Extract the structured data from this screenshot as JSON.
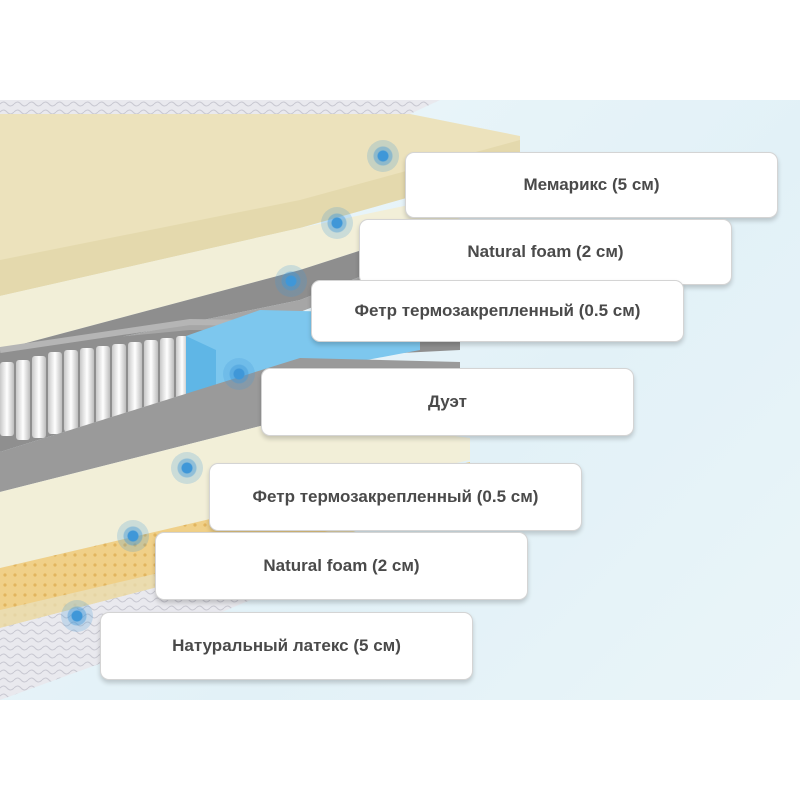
{
  "layers": [
    {
      "label": "Мемарикс (5 см)"
    },
    {
      "label": "Natural foam (2 см)"
    },
    {
      "label": "Фетр термозакрепленный (0.5 см)"
    },
    {
      "label": "Дуэт"
    },
    {
      "label": "Фетр термозакрепленный (0.5 см)"
    },
    {
      "label": "Natural foam (2 см)"
    },
    {
      "label": "Натуральный латекс (5 см)"
    }
  ],
  "colors": {
    "accent_dot": "#3f97d8",
    "memory_foam": "#ece2bc",
    "natural_foam": "#f2efd8",
    "felt": "#8e8e8e",
    "spring_block": "#7dc7ee",
    "latex": "#f0d088",
    "background": "#e6f3f8"
  }
}
